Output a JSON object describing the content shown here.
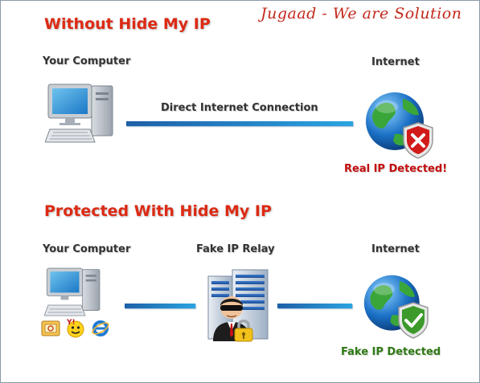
{
  "brand": "Jugaad - We are Solution",
  "section1": {
    "heading": "Without Hide My IP",
    "left_label": "Your Computer",
    "right_label": "Internet",
    "connection_label": "Direct Internet Connection",
    "status": "Real IP Detected!"
  },
  "section2": {
    "heading": "Protected With Hide My IP",
    "left_label": "Your Computer",
    "middle_label": "Fake IP Relay",
    "right_label": "Internet",
    "status": "Fake IP Detected"
  },
  "colors": {
    "heading": "#dd2a14",
    "danger": "#c40e0e",
    "safe": "#2f7a14",
    "link": "#1e6bb8"
  },
  "icons": [
    "computer-icon",
    "globe-icon",
    "shield-x-icon",
    "shield-check-icon",
    "server-relay-icon",
    "user-agent-icon",
    "lock-icon",
    "mail-app-icon",
    "yahoo-messenger-icon",
    "internet-explorer-icon"
  ]
}
